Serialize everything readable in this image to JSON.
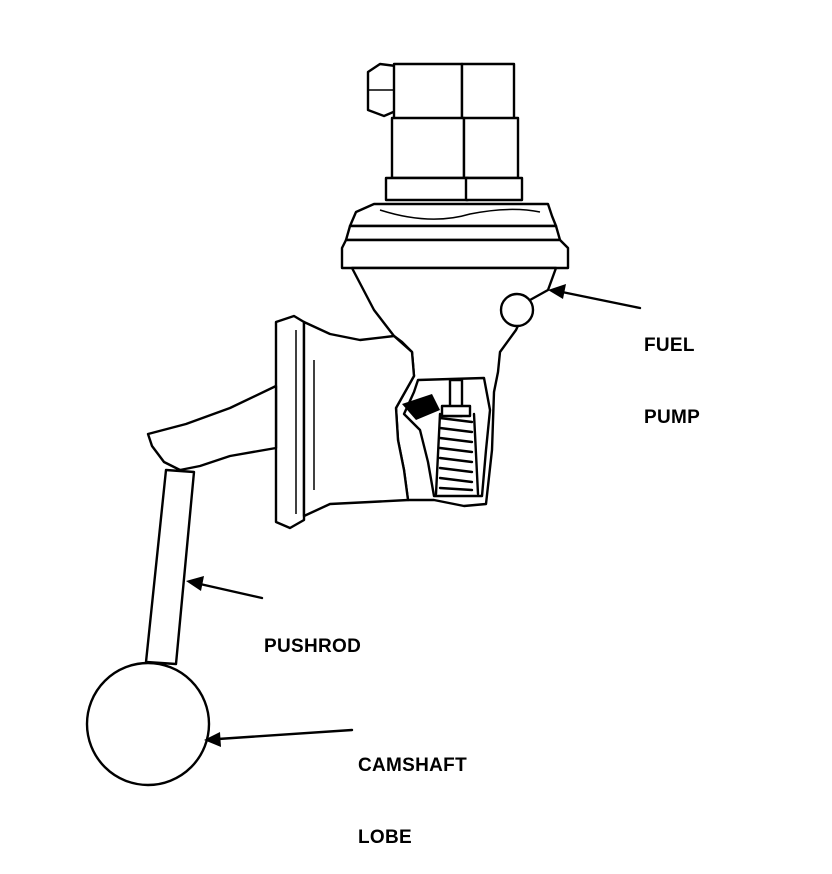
{
  "labels": {
    "fuel_pump_line1": "FUEL",
    "fuel_pump_line2": "PUMP",
    "pushrod": "PUSHROD",
    "camshaft_line1": "CAMSHAFT",
    "camshaft_line2": "LOBE"
  },
  "colors": {
    "ink": "#000000",
    "paper": "#ffffff"
  }
}
